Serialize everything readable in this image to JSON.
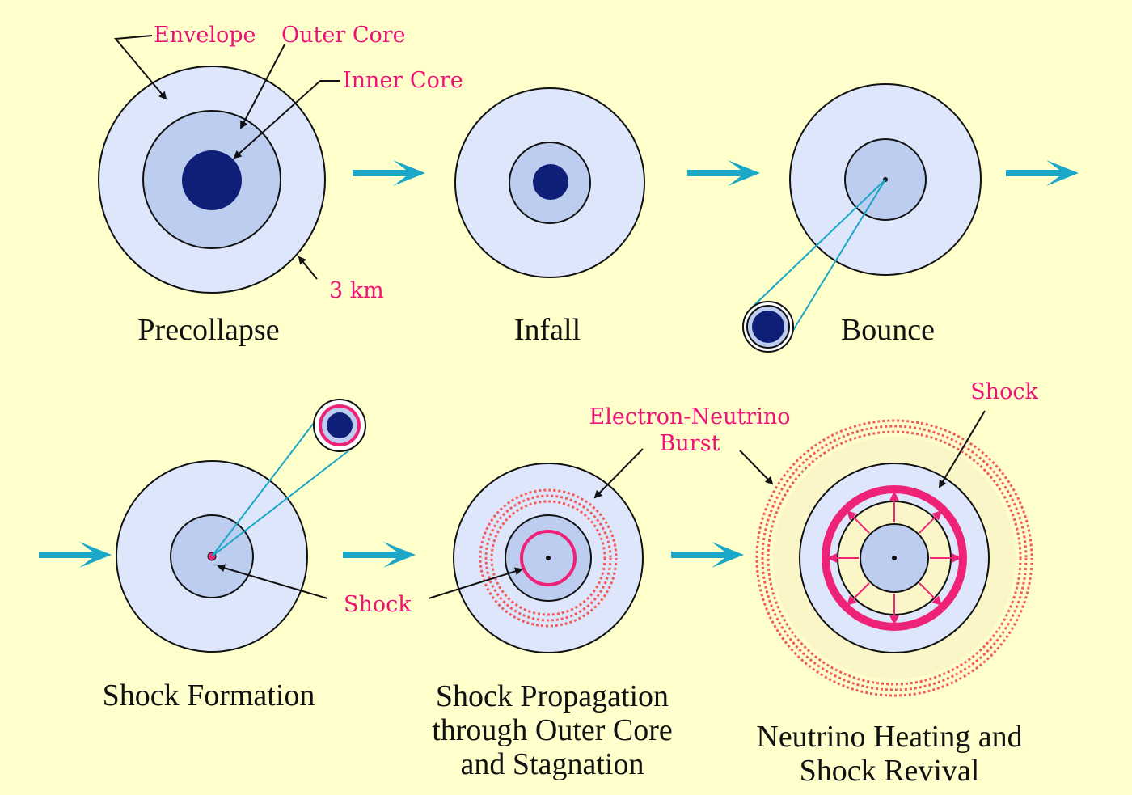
{
  "colors": {
    "background": "#ffffcc",
    "envelope": "#dde6fa",
    "outer_core": "#bccdf0",
    "inner_core": "#0f1f78",
    "outline": "#111111",
    "arrow": "#1aa7c8",
    "label": "#ee1177",
    "shock": "#ee2277",
    "neutrino_burst": "#f35a5a",
    "heating_halo": "#fbf6c8"
  },
  "icons": {
    "flow_arrow": "right-arrow-icon"
  },
  "labels": {
    "envelope": "Envelope",
    "outer_core": "Outer Core",
    "inner_core": "Inner Core",
    "scale": "3 km",
    "shock_formation": "Shock",
    "shock_top_right": "Shock",
    "neutrino_burst_line1": "Electron-Neutrino",
    "neutrino_burst_line2": "Burst"
  },
  "stages": {
    "precollapse": "Precollapse",
    "infall": "Infall",
    "bounce": "Bounce",
    "shock_formation": "Shock Formation",
    "propagation_line1": "Shock Propagation",
    "propagation_line2": "through Outer Core",
    "propagation_line3": "and Stagnation",
    "revival_line1": "Neutrino Heating and",
    "revival_line2": "Shock Revival"
  }
}
